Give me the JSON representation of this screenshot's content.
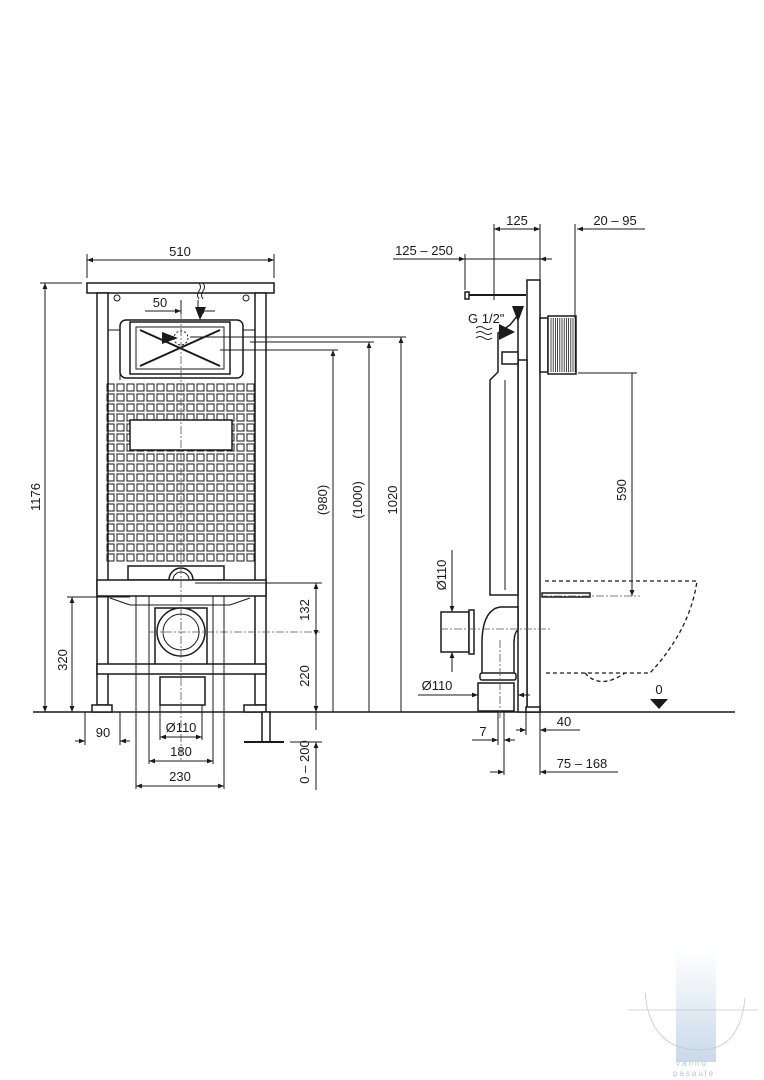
{
  "front_view": {
    "width_total": "510",
    "height_total": "1176",
    "offset_top": "50",
    "height_980": "(980)",
    "height_1000": "(1000)",
    "height_1020": "1020",
    "height_320": "320",
    "foot_90": "90",
    "drain_diameter": "Ø110",
    "spacing_180": "180",
    "spacing_230": "230",
    "height_132": "132",
    "height_220": "220",
    "foot_adjust": "0 – 200"
  },
  "side_view": {
    "depth_125": "125",
    "plate_20_95": "20 – 95",
    "supply_125_250": "125 – 250",
    "water_inlet": "G 1/2\"",
    "height_590": "590",
    "outlet_diameter_vertical": "Ø110",
    "outlet_diameter": "Ø110",
    "floor_level": "0",
    "offset_7": "7",
    "offset_40": "40",
    "offset_75_168": "75 – 168"
  },
  "watermark": {
    "line1": "vannu",
    "line2": "pasaule"
  }
}
